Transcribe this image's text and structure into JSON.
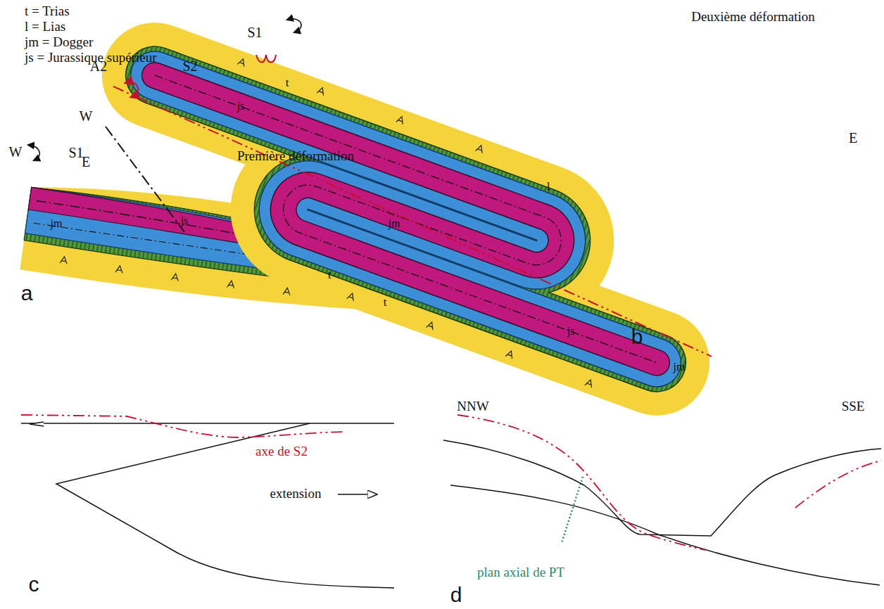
{
  "diagram": {
    "labels": [
      "t = Trias",
      "l = Lias",
      "jm = Dogger",
      "js = Jurassique supérieur",
      "W",
      "S1",
      "Première déformation",
      "jm",
      "js",
      "t",
      "a",
      "A2",
      "S2",
      "S1",
      "Deuxième déformation",
      "W",
      "E",
      "E",
      "t",
      "js",
      "l",
      "jm",
      "js",
      "jm",
      "t",
      "b",
      "axe de S2",
      "extension",
      "c",
      "NNW",
      "SSE",
      "plan axial de PT",
      "d"
    ]
  }
}
